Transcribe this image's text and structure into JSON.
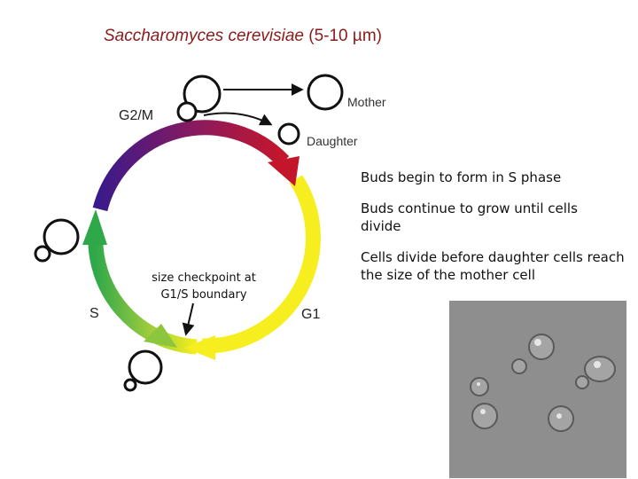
{
  "title": {
    "species": "Saccharomyces cerevisiae",
    "size": " (5-10 µm)"
  },
  "phases": {
    "g2m": "G2/M",
    "s": "S",
    "g1": "G1"
  },
  "labels": {
    "mother": "Mother",
    "daughter": "Daughter",
    "checkpoint_line1": "size checkpoint at",
    "checkpoint_line2": "G1/S boundary"
  },
  "notes": {
    "n1": "Buds begin to form in S phase",
    "n2": "Buds continue to grow until cells divide",
    "n3": "Cells divide before daughter cells reach the size of the mother cell"
  },
  "colors": {
    "title": "#8b1a1a",
    "red": "#c4162a",
    "yellow": "#f6ee1e",
    "green": "#2fa84a",
    "lightgreen": "#8cc63f",
    "purple": "#3a1a8a"
  }
}
